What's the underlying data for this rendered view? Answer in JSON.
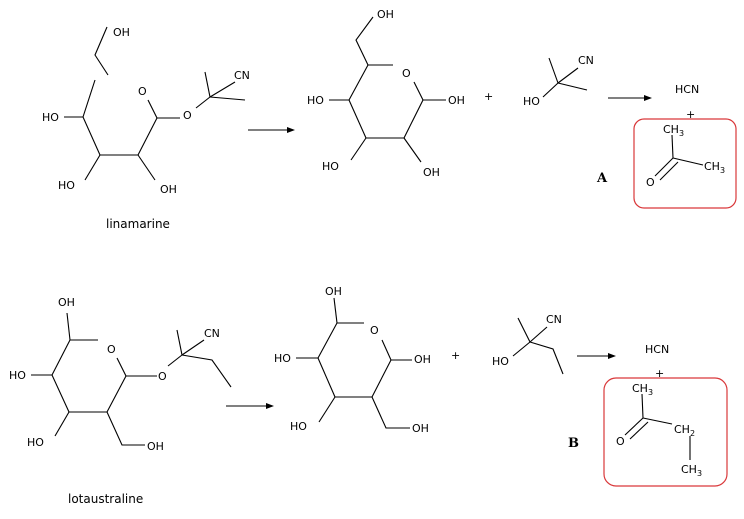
{
  "reaction_1": {
    "reactant": {
      "name": "linamarine",
      "labels": {
        "oh_top": "OH",
        "o_ring": "O",
        "ho_left": "HO",
        "ho_bottom": "HO",
        "oh_bottom": "OH",
        "o_link": "O",
        "cn": "CN"
      }
    },
    "product_sugar": {
      "labels": {
        "oh_top": "OH",
        "o_ring": "O",
        "ho_left": "HO",
        "oh_right": "OH",
        "ho_bottom": "HO",
        "oh_bottom": "OH"
      }
    },
    "plus_1": "+",
    "cyanohydrin": {
      "labels": {
        "cn": "CN",
        "ho": "HO"
      }
    },
    "product_hcn": "HCN",
    "plus_2": "+",
    "ketone": {
      "labels": {
        "ch3_top": "CH3",
        "o": "O",
        "ch3_right": "CH3"
      }
    },
    "tag": "A",
    "highlight_color": "#d9383a"
  },
  "reaction_2": {
    "reactant": {
      "name": "lotaustraline",
      "labels": {
        "oh_top": "OH",
        "o_ring": "O",
        "ho_left": "HO",
        "ho_bottom": "HO",
        "oh_bottom": "OH",
        "o_link": "O",
        "cn": "CN"
      }
    },
    "product_sugar": {
      "labels": {
        "oh_top": "OH",
        "o_ring": "O",
        "ho_left": "HO",
        "oh_right": "OH",
        "ho_bottom": "HO",
        "oh_bottom": "OH"
      }
    },
    "plus_1": "+",
    "cyanohydrin": {
      "labels": {
        "cn": "CN",
        "ho": "HO"
      }
    },
    "product_hcn": "HCN",
    "plus_2": "+",
    "ketone": {
      "labels": {
        "ch3_top": "CH3",
        "o": "O",
        "ch2": "CH2",
        "ch3_bottom": "CH3"
      }
    },
    "tag": "B",
    "highlight_color": "#d9383a"
  }
}
